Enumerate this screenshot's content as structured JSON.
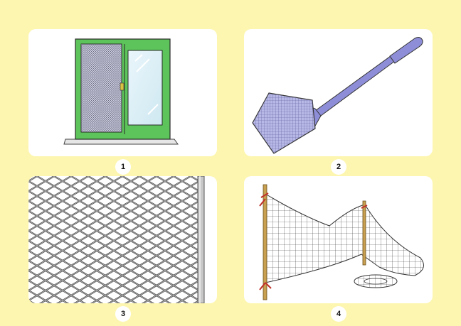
{
  "panels": [
    {
      "number": "1",
      "icon": "window-with-insect-screen"
    },
    {
      "number": "2",
      "icon": "fly-swatter"
    },
    {
      "number": "3",
      "icon": "wire-mesh-fence"
    },
    {
      "number": "4",
      "icon": "fishing-net-on-poles"
    }
  ],
  "colors": {
    "background": "#fdf6b0",
    "card": "#ffffff",
    "window_frame": "#5cc45a",
    "swatter": "#8e8ed8",
    "mesh": "#555555",
    "net_pole": "#c8a050",
    "net_tie": "#c0302a"
  }
}
